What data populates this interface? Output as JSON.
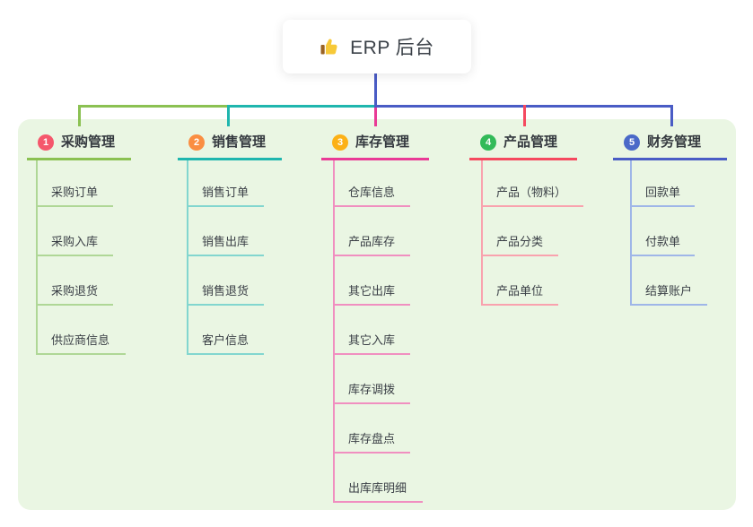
{
  "root": {
    "title": "ERP 后台",
    "icon": "thumbs-up-icon"
  },
  "branches": [
    {
      "number": "1",
      "label": "采购管理",
      "badge_color": "#f5576c",
      "line_color": "#8bc152",
      "sub_line_color": "#afd796",
      "children": [
        "采购订单",
        "采购入库",
        "采购退货",
        "供应商信息"
      ]
    },
    {
      "number": "2",
      "label": "销售管理",
      "badge_color": "#fa8e42",
      "line_color": "#1fb6ae",
      "sub_line_color": "#82d6cf",
      "children": [
        "销售订单",
        "销售出库",
        "销售退货",
        "客户信息"
      ]
    },
    {
      "number": "3",
      "label": "库存管理",
      "badge_color": "#fcb116",
      "line_color": "#e93a96",
      "sub_line_color": "#f08fc0",
      "children": [
        "仓库信息",
        "产品库存",
        "其它出库",
        "其它入库",
        "库存调拨",
        "库存盘点",
        "出库库明细"
      ]
    },
    {
      "number": "4",
      "label": "产品管理",
      "badge_color": "#32ba58",
      "line_color": "#f5495f",
      "sub_line_color": "#f9a2ae",
      "children": [
        "产品（物料）",
        "产品分类",
        "产品单位"
      ]
    },
    {
      "number": "5",
      "label": "财务管理",
      "badge_color": "#4a69c8",
      "line_color": "#4a5cc5",
      "sub_line_color": "#9fb6e8",
      "children": [
        "回款单",
        "付款单",
        "结算账户"
      ]
    }
  ],
  "colors": {
    "panel_bg": "#eaf6e3",
    "connector_blue": "#4a5cc5",
    "root_card_bg": "#ffffff",
    "text_dark": "#3a3f46"
  }
}
